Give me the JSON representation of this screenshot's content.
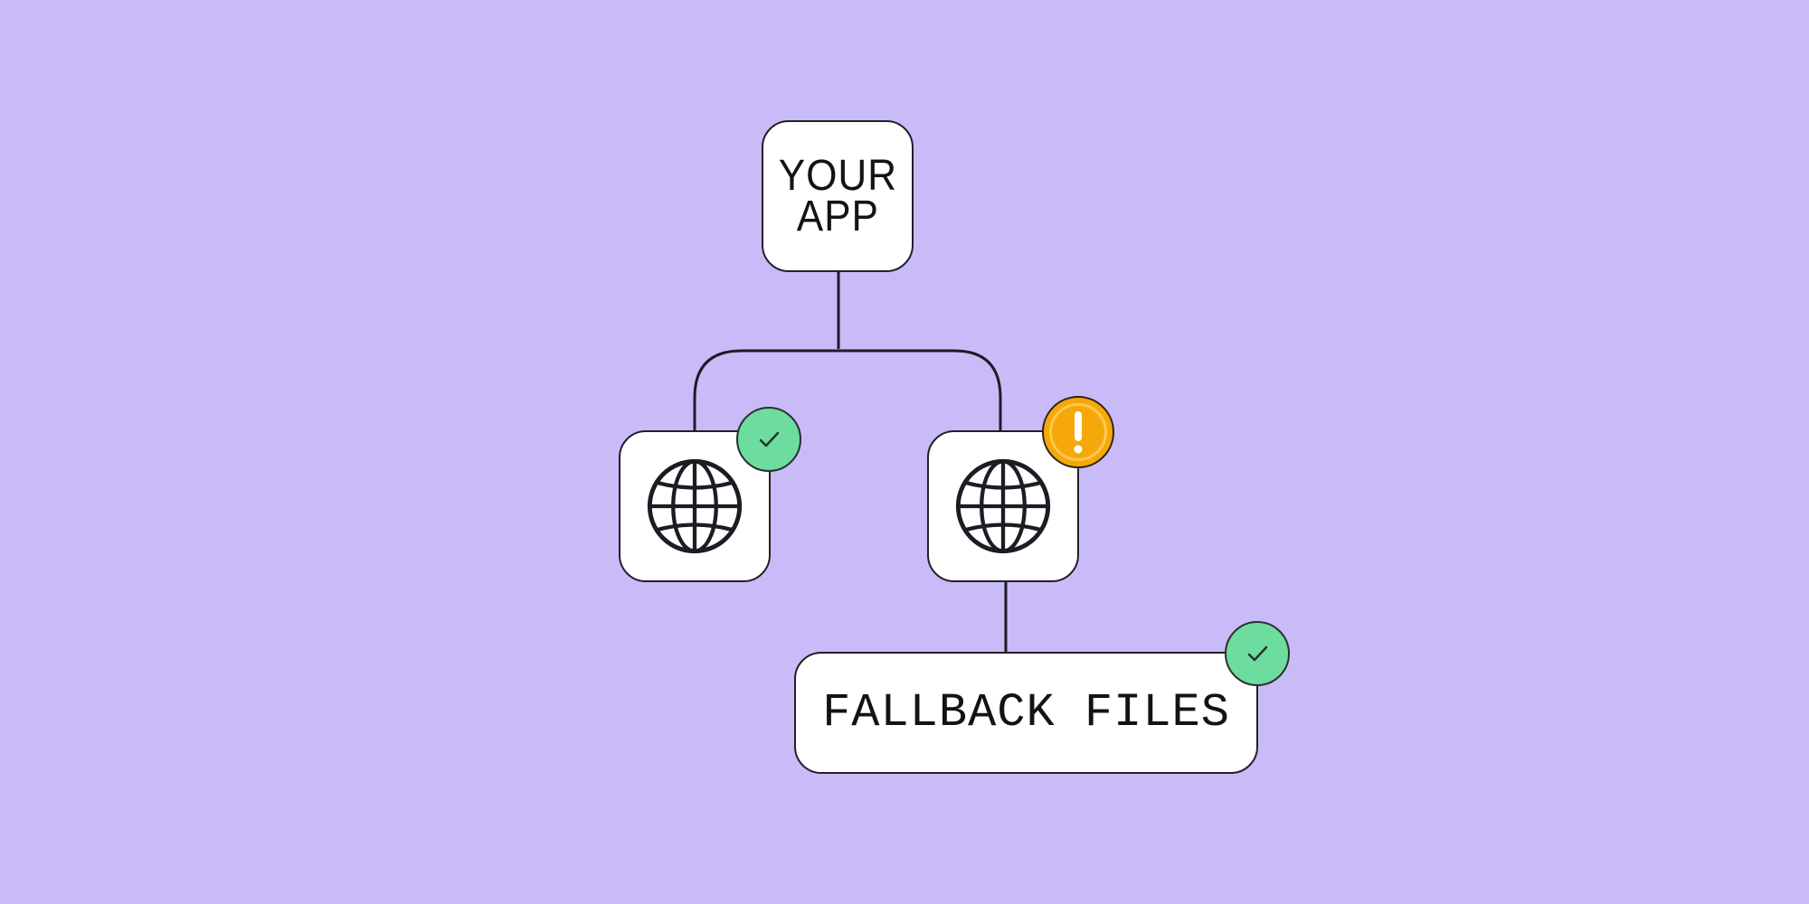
{
  "app_node": {
    "title": "YOUR\nAPP"
  },
  "fallback_node": {
    "label": "FALLBACK FILES"
  },
  "status_icons": {
    "left_globe": "check-badge",
    "right_globe": "warning-badge",
    "fallback": "check-badge"
  },
  "colors": {
    "background": "#c9bbf8",
    "node_fill": "#ffffff",
    "line": "#1f1b24",
    "success": "#6ddc9f",
    "warning": "#f6a80a"
  }
}
